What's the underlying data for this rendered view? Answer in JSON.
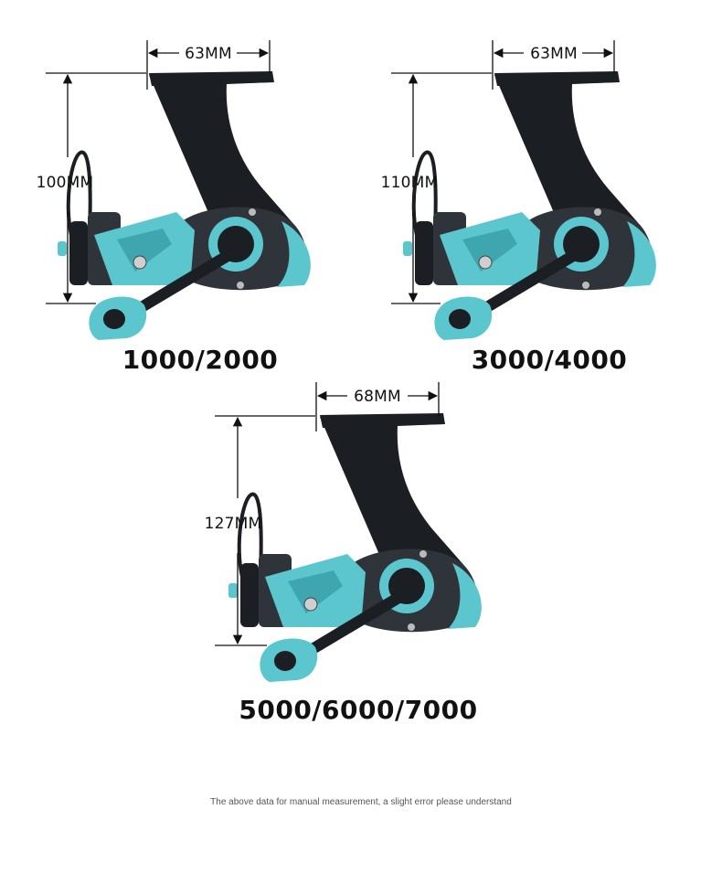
{
  "colors": {
    "teal": "#5cc6cf",
    "teal_dark": "#3fa5ae",
    "body_black": "#1b1e22",
    "body_gray": "#2f343a",
    "dimension_line": "#111111"
  },
  "reels": [
    {
      "model": "1000/2000",
      "width_label": "63MM",
      "height_label": "100MM",
      "icon": "spinning-reel-icon"
    },
    {
      "model": "3000/4000",
      "width_label": "63MM",
      "height_label": "110MM",
      "icon": "spinning-reel-icon"
    },
    {
      "model": "5000/6000/7000",
      "width_label": "68MM",
      "height_label": "127MM",
      "icon": "spinning-reel-icon"
    }
  ],
  "footer_note": "The above data for manual measurement, a slight error please understand"
}
